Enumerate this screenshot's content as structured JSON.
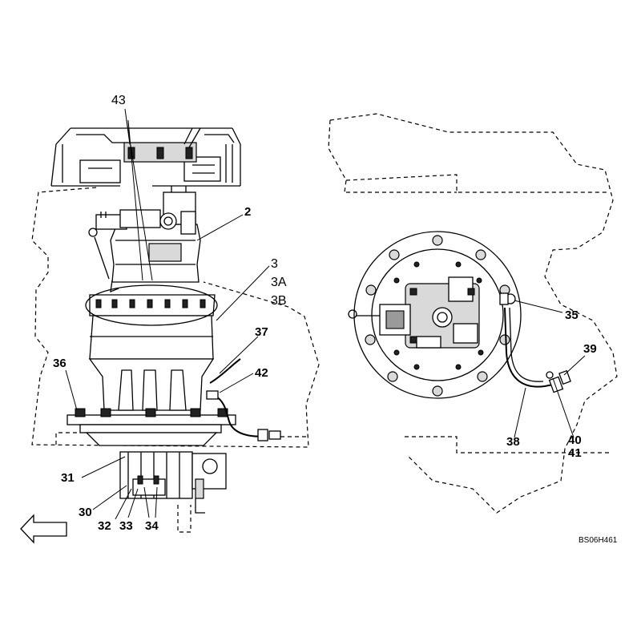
{
  "callouts": {
    "c43": "43",
    "c2": "2",
    "c3": "3",
    "c3a": "3A",
    "c3b": "3B",
    "c37": "37",
    "c36": "36",
    "c42": "42",
    "c31": "31",
    "c30": "30",
    "c32": "32",
    "c33": "33",
    "c34": "34",
    "c35": "35",
    "c39": "39",
    "c38": "38",
    "c40": "40",
    "c41": "41"
  },
  "reference_code": "BS06H461"
}
